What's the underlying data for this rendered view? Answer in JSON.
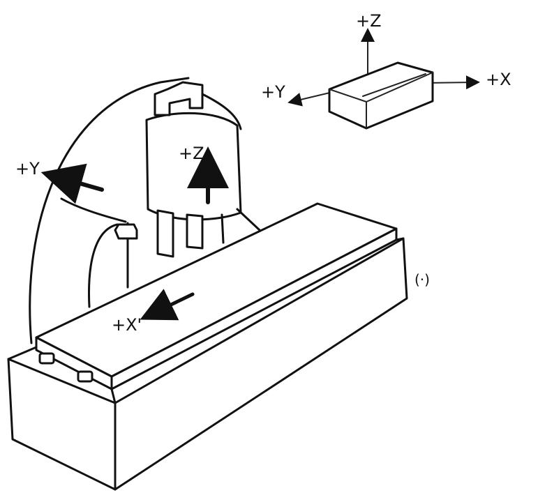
{
  "labels": {
    "workpiece_z": "+Z",
    "workpiece_y": "+Y",
    "workpiece_x": "+X",
    "column_y": "+Y",
    "head_z": "+Z",
    "table_x": "+X'",
    "mark": "(·)"
  },
  "colors": {
    "ink": "#111111",
    "paper": "#ffffff"
  }
}
